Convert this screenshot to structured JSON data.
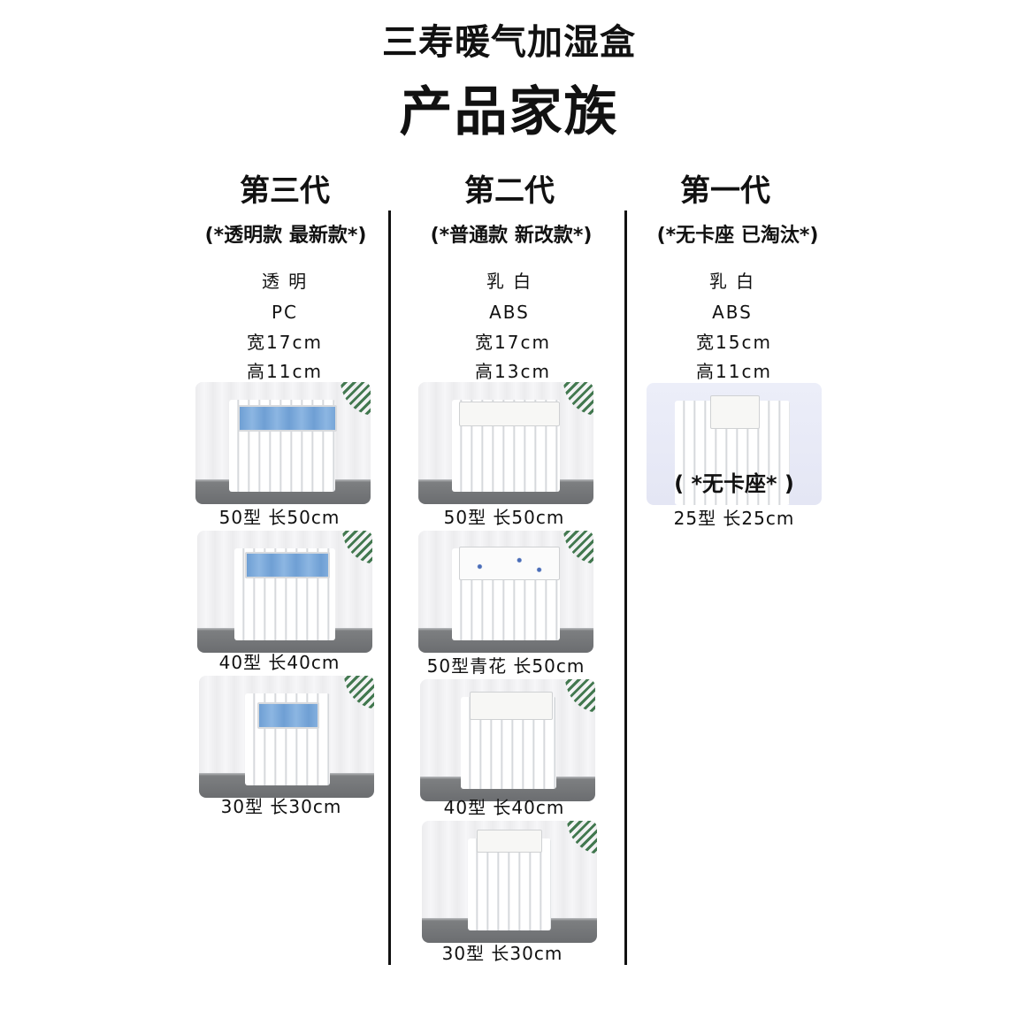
{
  "header": {
    "title": "三寿暖气加湿盒",
    "subtitle": "产品家族"
  },
  "columns": [
    {
      "generation": "第三代",
      "tag": "(*透明款 最新款*)",
      "specs": [
        "透 明",
        "PC",
        "宽17cm",
        "高11cm"
      ],
      "products": [
        {
          "label": "50型 长50cm"
        },
        {
          "label": "40型 长40cm"
        },
        {
          "label": "30型 长30cm"
        }
      ]
    },
    {
      "generation": "第二代",
      "tag": "(*普通款 新改款*)",
      "specs": [
        "乳 白",
        "ABS",
        "宽17cm",
        "高13cm"
      ],
      "products": [
        {
          "label": "50型 长50cm"
        },
        {
          "label": "50型青花 长50cm"
        },
        {
          "label": "40型 长40cm"
        },
        {
          "label": "30型 长30cm"
        }
      ]
    },
    {
      "generation": "第一代",
      "tag": "(*无卡座 已淘汰*)",
      "specs": [
        "乳 白",
        "ABS",
        "宽15cm",
        "高11cm"
      ],
      "products": [
        {
          "label": "25型 长25cm",
          "overlay": "( *无卡座* )"
        }
      ]
    }
  ]
}
